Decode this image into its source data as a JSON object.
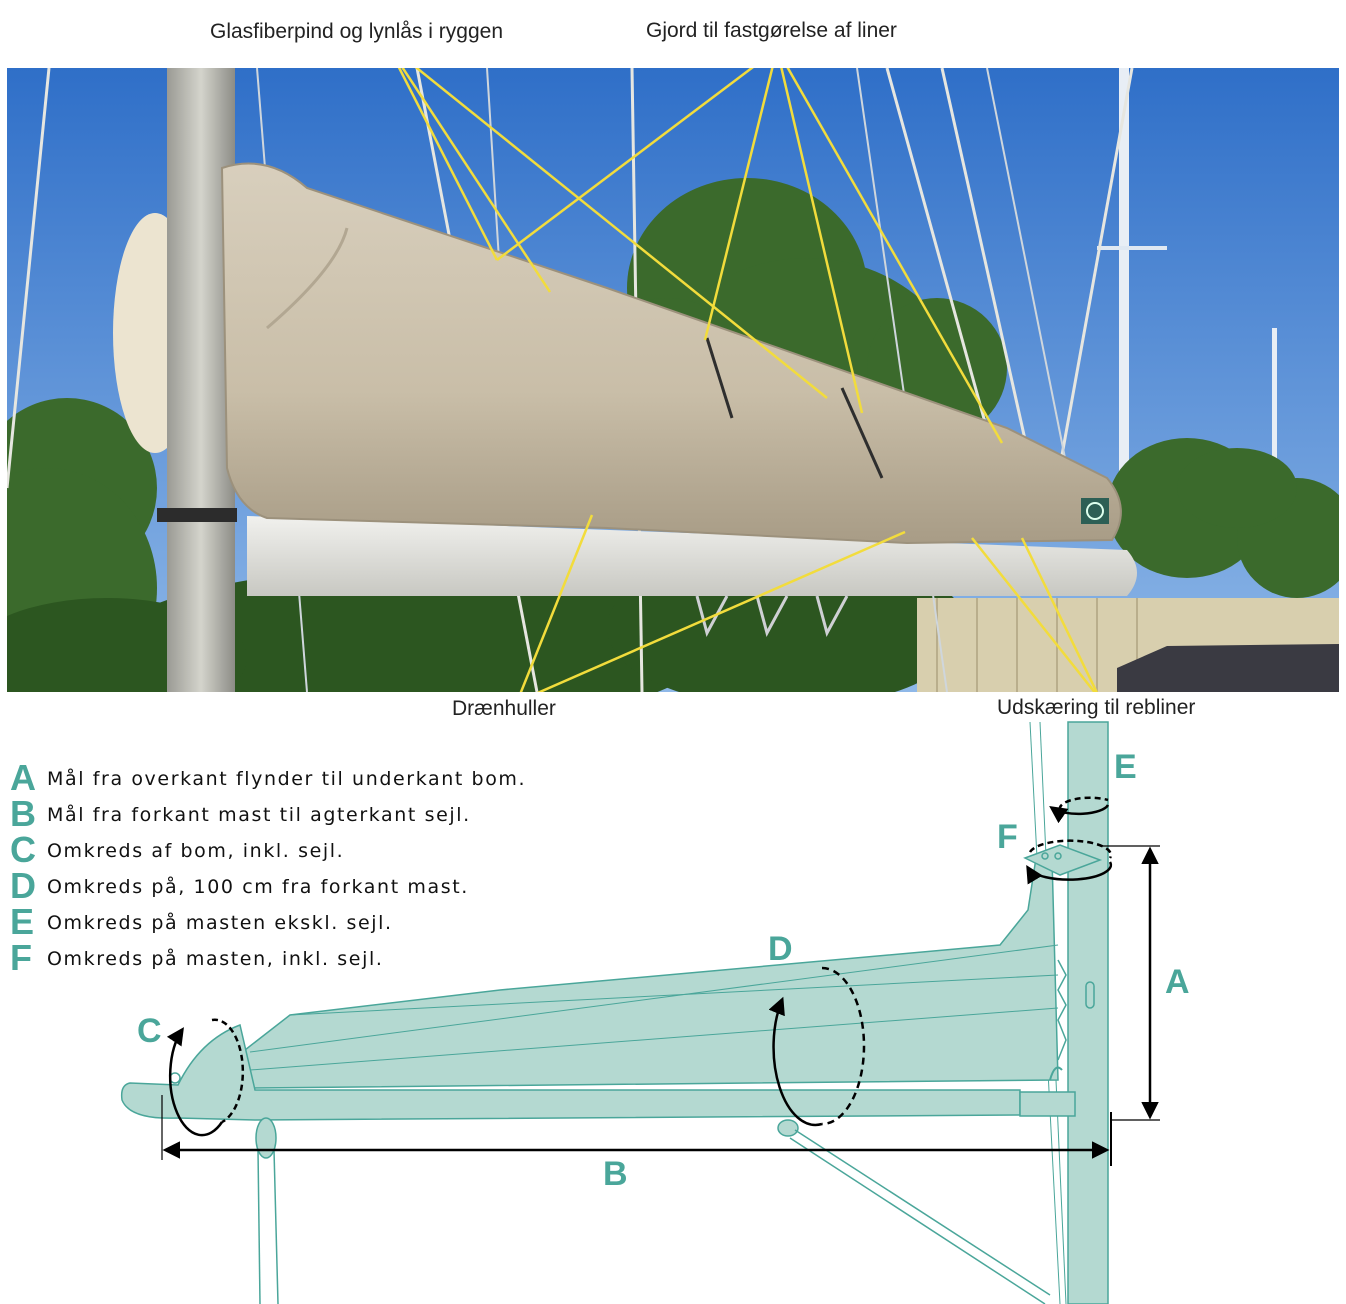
{
  "callouts": {
    "top_left": "Glasfiberpind og lynlås i ryggen",
    "top_right": "Gjord til fastgørelse af liner",
    "bottom_left": "Drænhuller",
    "bottom_right": "Udskæring til rebliner"
  },
  "legend": [
    {
      "letter": "A",
      "text": "Mål fra overkant flynder til underkant bom."
    },
    {
      "letter": "B",
      "text": "Mål fra forkant mast til agterkant sejl."
    },
    {
      "letter": "C",
      "text": "Omkreds af bom, inkl. sejl."
    },
    {
      "letter": "D",
      "text": "Omkreds på, 100 cm fra forkant mast."
    },
    {
      "letter": "E",
      "text": "Omkreds på masten ekskl. sejl."
    },
    {
      "letter": "F",
      "text": "Omkreds på masten, inkl. sejl."
    }
  ],
  "diagram_labels": {
    "A": "A",
    "B": "B",
    "C": "C",
    "D": "D",
    "E": "E",
    "F": "F"
  },
  "colors": {
    "teal_fill": "#b4d9d1",
    "teal_stroke": "#4aa69a",
    "label_teal": "#4aa69a",
    "callout_yellow": "#f2dc3c",
    "sky": "#3f7ed0",
    "cover": "#cfc5b1",
    "foliage": "#3b6a2c"
  }
}
